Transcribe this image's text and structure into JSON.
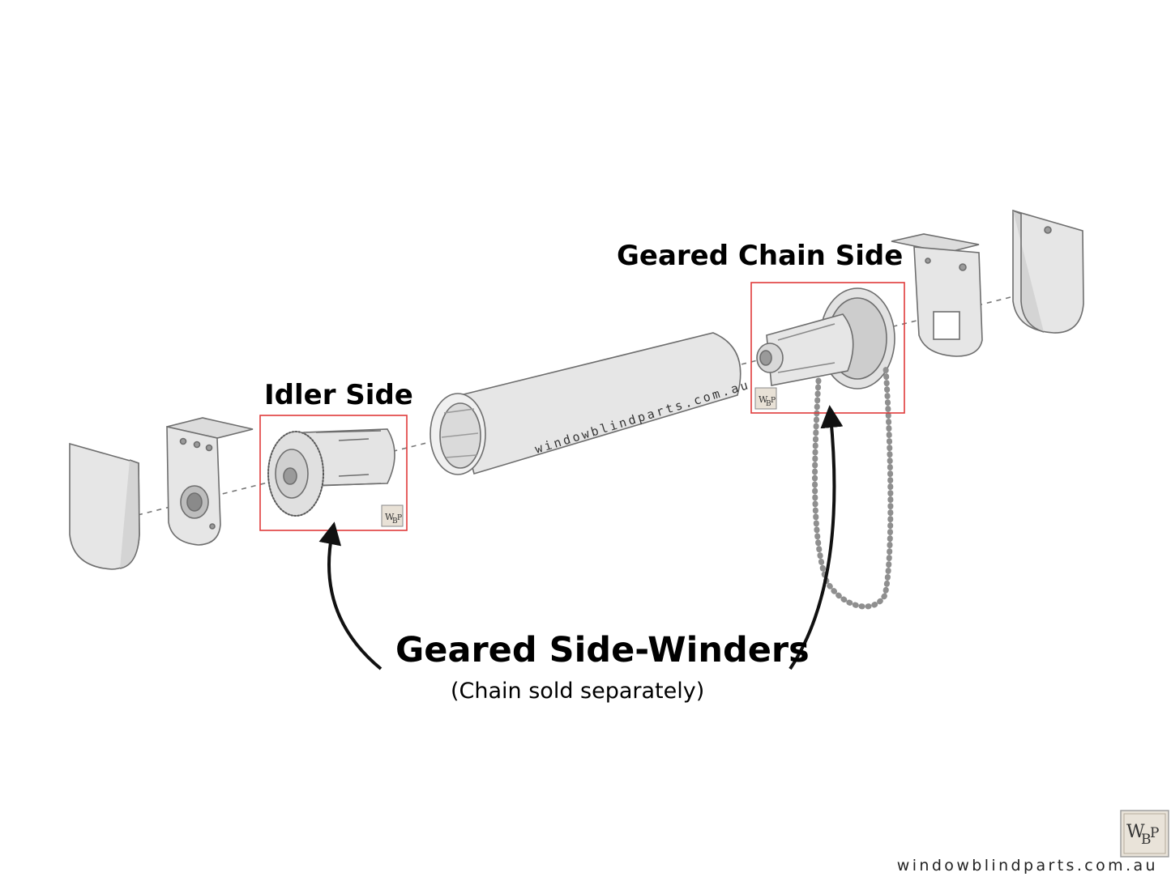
{
  "labels": {
    "idler_side": "Idler Side",
    "geared_chain_side": "Geared Chain Side",
    "main_title": "Geared Side-Winders",
    "note": "(Chain sold separately)"
  },
  "tube_watermark": "windowblindparts.com.au",
  "footer": {
    "website": "windowblindparts.com.au",
    "logo_letters": [
      "W",
      "B",
      "P"
    ]
  },
  "colors": {
    "highlight_box": "#e03a3a",
    "part_fill": "#e6e6e6",
    "part_stroke": "#6e6e6e",
    "arrow": "#111111"
  }
}
